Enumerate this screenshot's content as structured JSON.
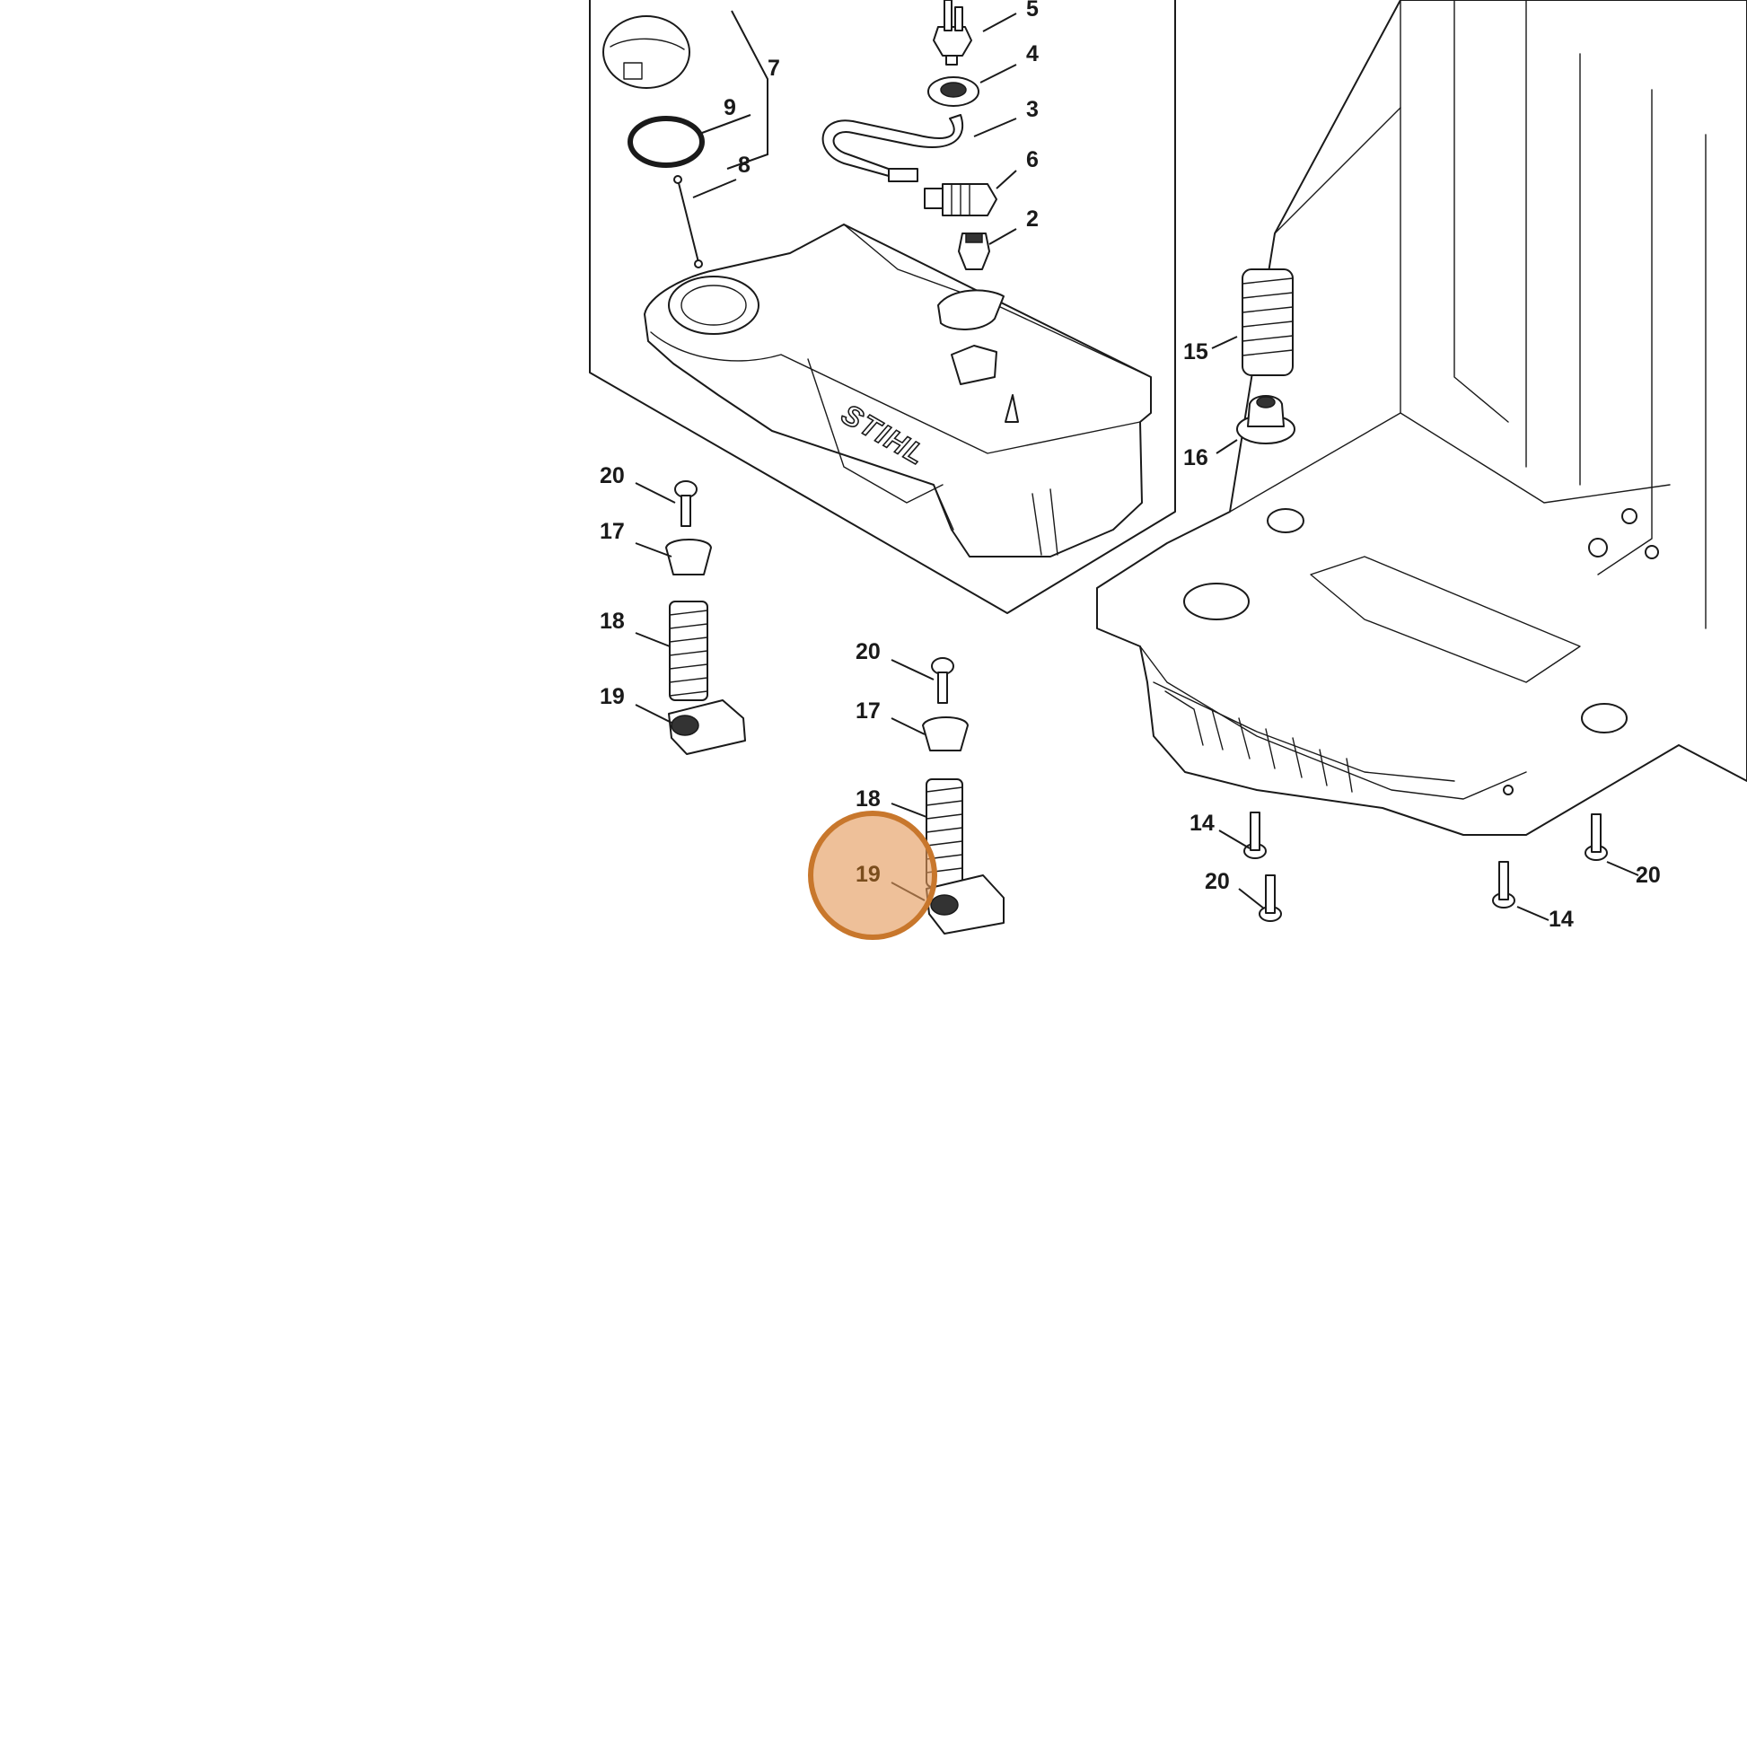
{
  "logo": "STIHL",
  "highlight_color": "#e39a5a",
  "highlight_stroke": "#c8772c",
  "callouts": {
    "c2": "2",
    "c3": "3",
    "c4": "4",
    "c5": "5",
    "c6": "6",
    "c7": "7",
    "c8": "8",
    "c9": "9",
    "c14a": "14",
    "c14b": "14",
    "c15": "15",
    "c16": "16",
    "c17a": "17",
    "c17b": "17",
    "c18a": "18",
    "c18b": "18",
    "c19a": "19",
    "c19b": "19",
    "c20a": "20",
    "c20b": "20",
    "c20c": "20",
    "c20d": "20"
  }
}
